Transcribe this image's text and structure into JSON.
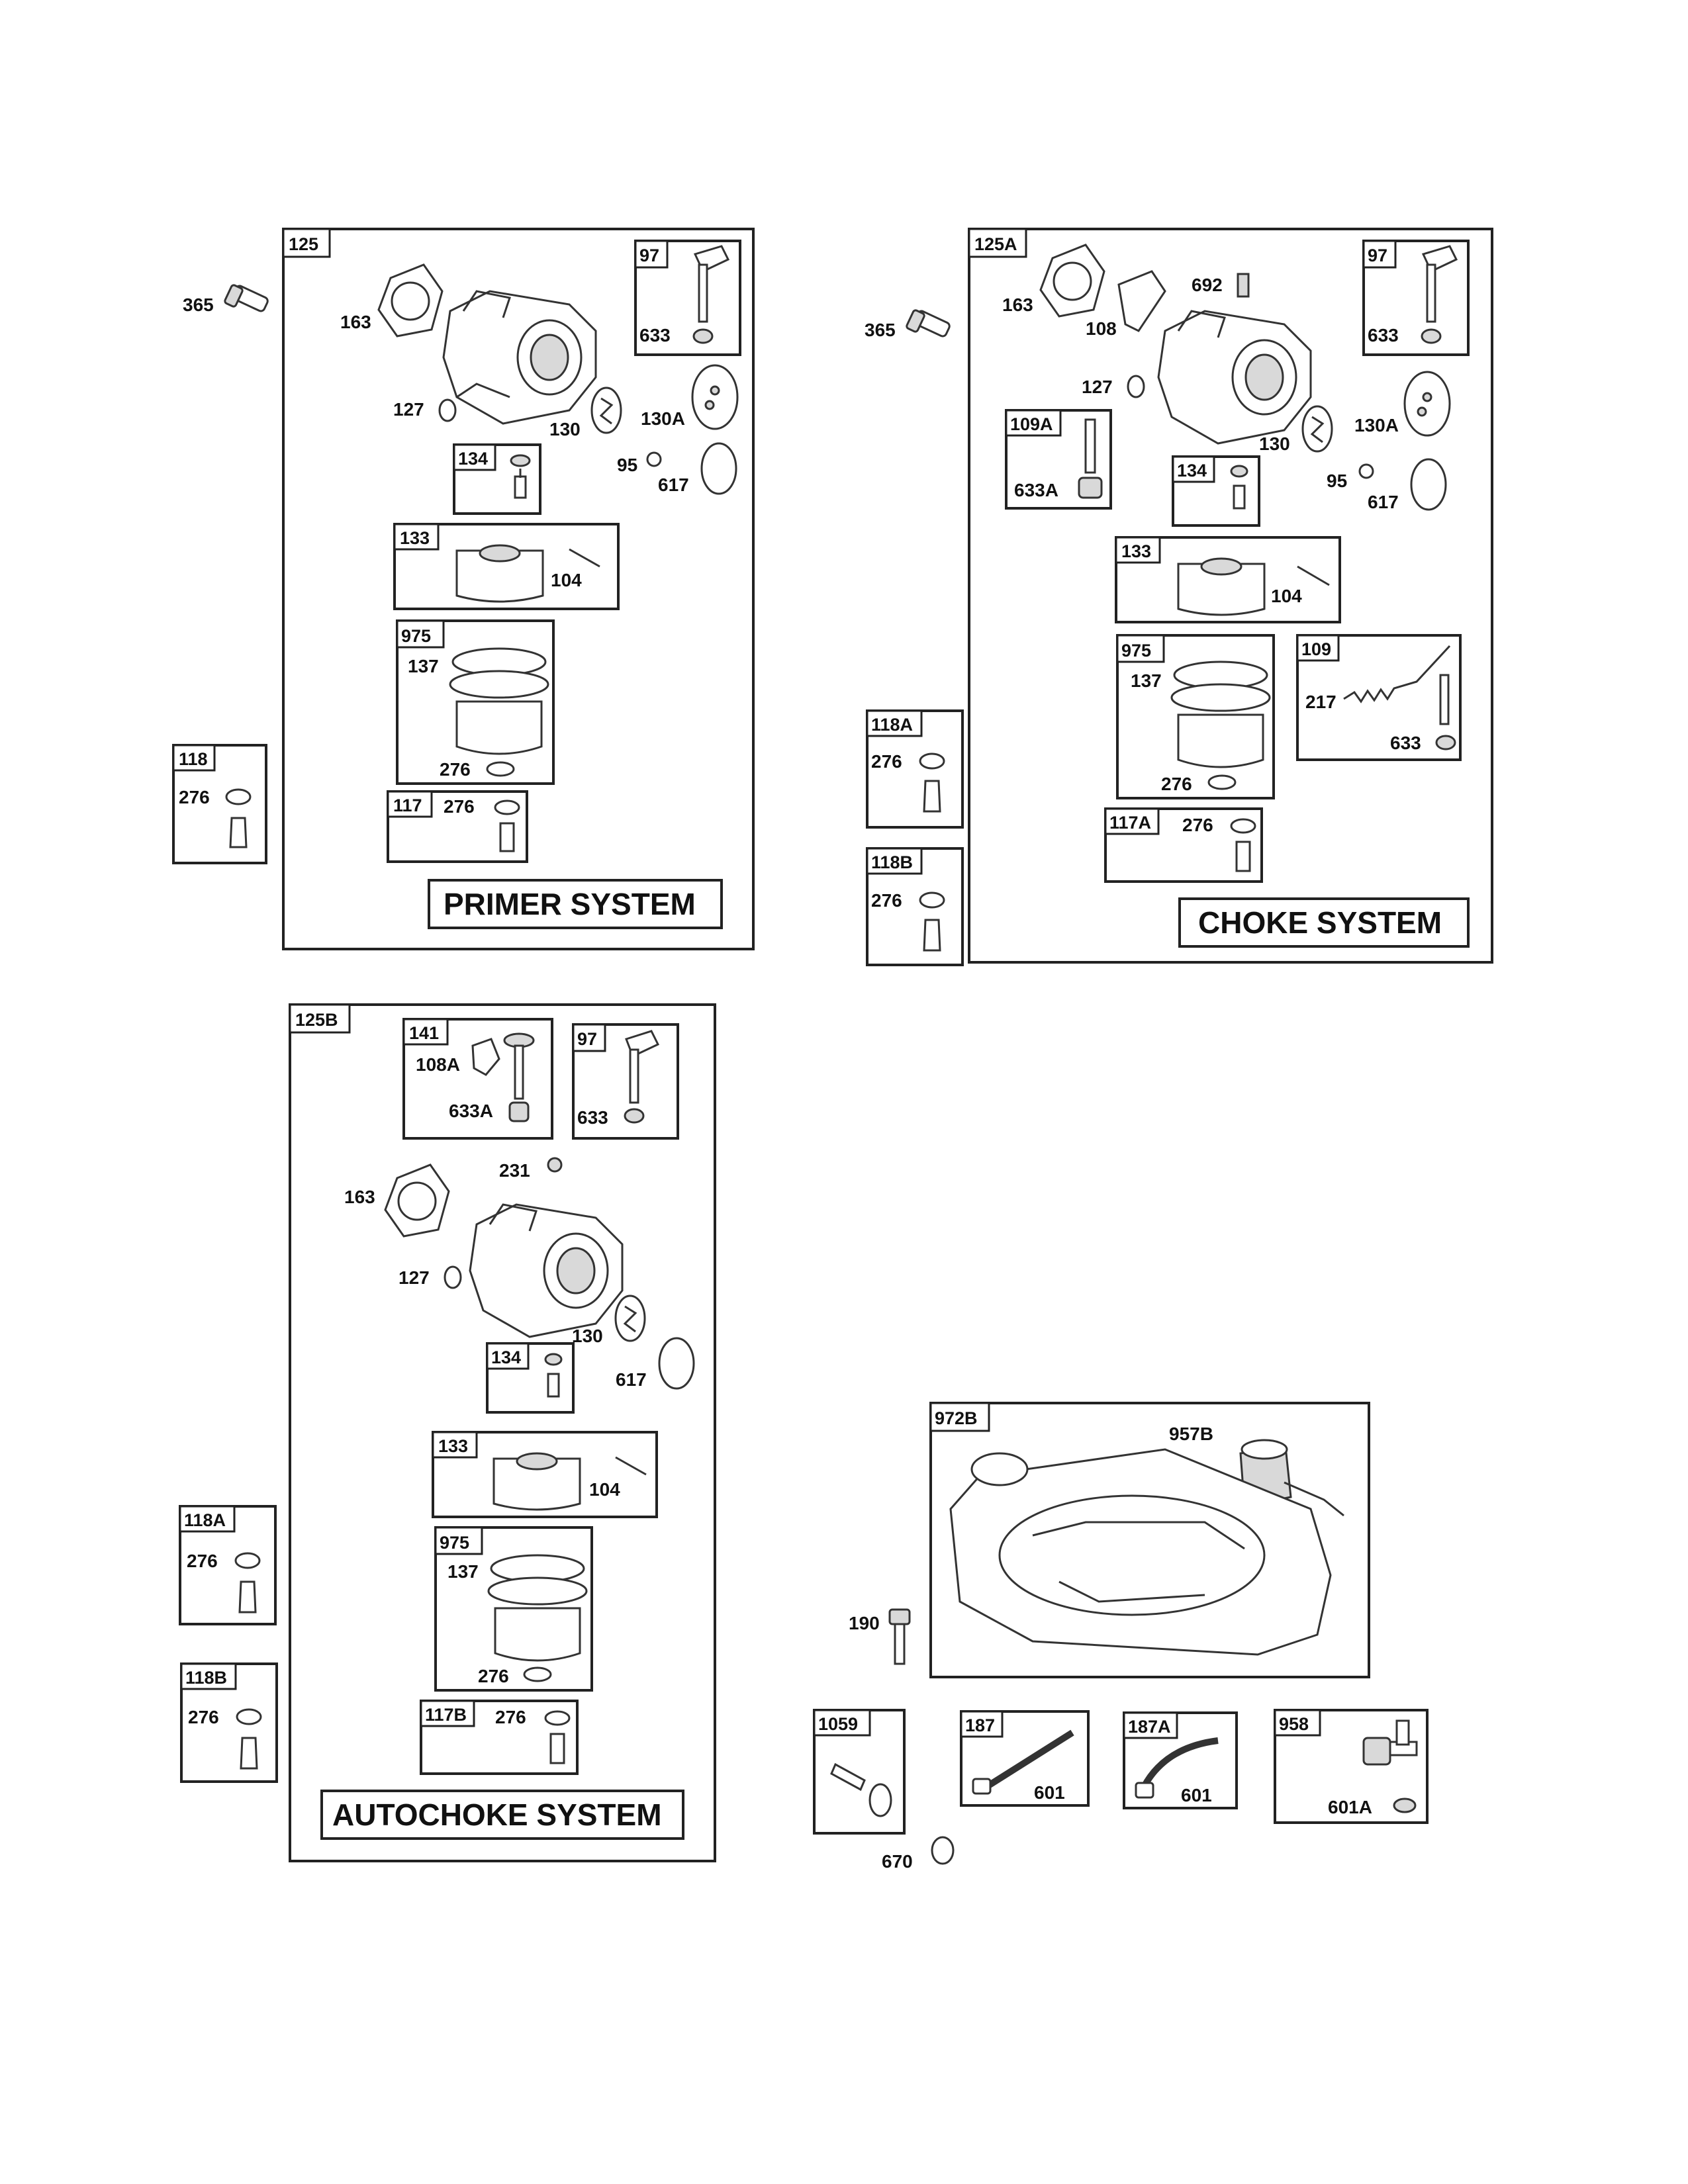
{
  "primer": {
    "ref": "125",
    "title": "PRIMER SYSTEM",
    "screw": "365",
    "gasket": "163",
    "oring": "127",
    "plate": "130",
    "plate2": "130A",
    "washer": "95",
    "seal": "617",
    "spring": "104",
    "b97": {
      "ref": "97",
      "p": "633"
    },
    "b134": {
      "ref": "134"
    },
    "b133": {
      "ref": "133"
    },
    "b975": {
      "ref": "975",
      "p1": "137",
      "p2": "276"
    },
    "b117": {
      "ref": "117",
      "p": "276"
    },
    "b118": {
      "ref": "118",
      "p": "276"
    }
  },
  "choke": {
    "ref": "125A",
    "title": "CHOKE SYSTEM",
    "screw": "365",
    "gasket": "163",
    "lever": "108",
    "spring": "692",
    "oring": "127",
    "plate": "130",
    "plate2": "130A",
    "washer": "95",
    "seal": "617",
    "pin": "104",
    "b97": {
      "ref": "97",
      "p": "633"
    },
    "b109A": {
      "ref": "109A",
      "p": "633A"
    },
    "b134": {
      "ref": "134"
    },
    "b133": {
      "ref": "133"
    },
    "b975": {
      "ref": "975",
      "p1": "137",
      "p2": "276"
    },
    "b109": {
      "ref": "109",
      "p1": "217",
      "p2": "633"
    },
    "b117A": {
      "ref": "117A",
      "p": "276"
    },
    "b118A": {
      "ref": "118A",
      "p": "276"
    },
    "b118B": {
      "ref": "118B",
      "p": "276"
    }
  },
  "autochoke": {
    "ref": "125B",
    "title": "AUTOCHOKE SYSTEM",
    "screw": "231",
    "gasket": "163",
    "oring": "127",
    "plate": "130",
    "seal": "617",
    "pin": "104",
    "b141": {
      "ref": "141",
      "p1": "108A",
      "p2": "633A"
    },
    "b97": {
      "ref": "97",
      "p": "633"
    },
    "b134": {
      "ref": "134"
    },
    "b133": {
      "ref": "133"
    },
    "b975": {
      "ref": "975",
      "p1": "137",
      "p2": "276"
    },
    "b117B": {
      "ref": "117B",
      "p": "276"
    },
    "b118A": {
      "ref": "118A",
      "p": "276"
    },
    "b118B": {
      "ref": "118B",
      "p": "276"
    }
  },
  "tank": {
    "ref": "972B",
    "cap": "957B",
    "bolt": "190",
    "b1059": {
      "ref": "1059",
      "p": "670"
    },
    "b187": {
      "ref": "187",
      "p": "601"
    },
    "b187A": {
      "ref": "187A",
      "p": "601"
    },
    "b958": {
      "ref": "958",
      "p": "601A"
    }
  }
}
